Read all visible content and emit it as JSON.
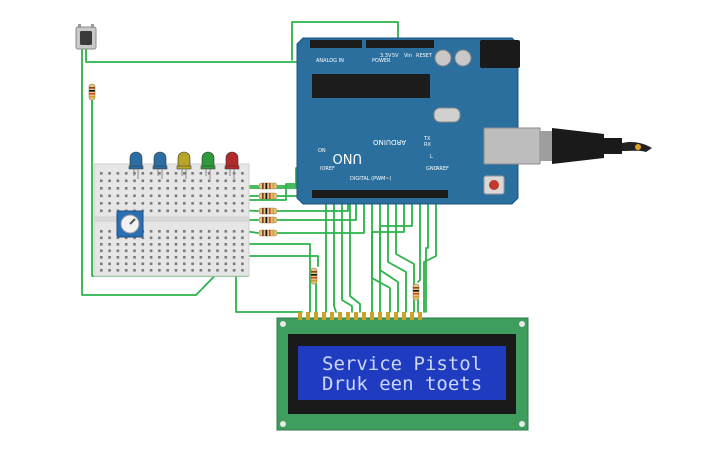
{
  "arduino": {
    "brand": "ARDUINO",
    "model": "UNO",
    "digital_header": "DIGITAL (PWM~)",
    "analog_header": "ANALOG IN",
    "power_header": "POWER",
    "pin_labels": {
      "aref": "AREF",
      "gnd": "GND",
      "tx": "TX",
      "rx": "RX",
      "on": "ON",
      "l": "L",
      "ioref": "IOREF",
      "reset": "RESET",
      "v33": "3.3V",
      "v5": "5V",
      "vin": "Vin"
    }
  },
  "lcd": {
    "line1": "Service Pistol",
    "line2": "Druk een toets"
  },
  "leds": [
    {
      "color": "#2c6da3",
      "name": "blue"
    },
    {
      "color": "#2c6da3",
      "name": "blue"
    },
    {
      "color": "#b8a628",
      "name": "yellow"
    },
    {
      "color": "#2f9a3c",
      "name": "green"
    },
    {
      "color": "#b32a2a",
      "name": "red"
    }
  ],
  "colors": {
    "board": "#2a6f9e",
    "wire": "#2bb34a",
    "breadboard": "#e6e6e6",
    "lcd_pcb": "#3f9e5e",
    "lcd_screen": "#1f3bbf"
  }
}
